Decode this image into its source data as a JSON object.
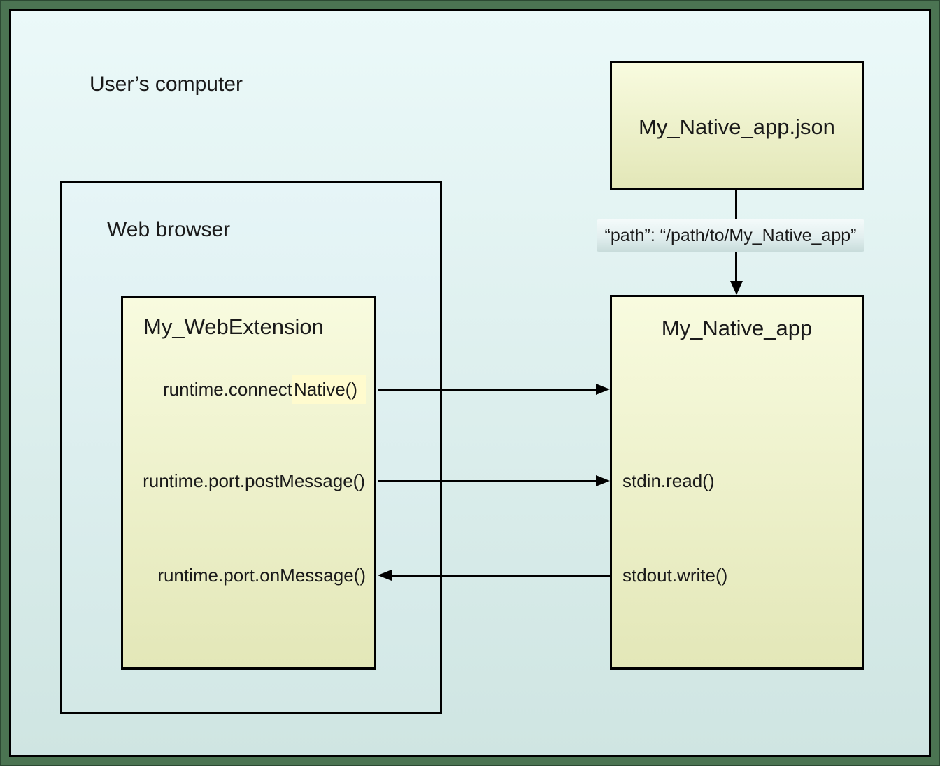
{
  "diagram": {
    "computer_label": "User’s computer",
    "browser_label": "Web browser",
    "webextension": {
      "title": "My_WebExtension",
      "connect_native_pre": "runtime.connect",
      "connect_native_highlight": "Native()",
      "post_message": "runtime.port.postMessage()",
      "on_message": "runtime.port.onMessage()"
    },
    "manifest": {
      "title": "My_Native_app.json",
      "path_label": "“path”: “/path/to/My_Native_app”"
    },
    "native_app": {
      "title": "My_Native_app",
      "stdin": "stdin.read()",
      "stdout": "stdout.write()"
    }
  },
  "colors": {
    "frame": "#4b7452",
    "bg_top": "#ebf9f9",
    "bg_bottom": "#cfe5e2",
    "browser_bg_top": "#e6f5f7",
    "browser_bg_bottom": "#d3e8e6",
    "box_top": "#f8fbdf",
    "box_bottom": "#e3e7b8",
    "highlight": "#fffbce",
    "label_top": "#f4fafa",
    "label_mid": "#e2efef",
    "label_bottom": "#c8dcdb",
    "line": "#000000",
    "text": "#1a1a1a"
  }
}
